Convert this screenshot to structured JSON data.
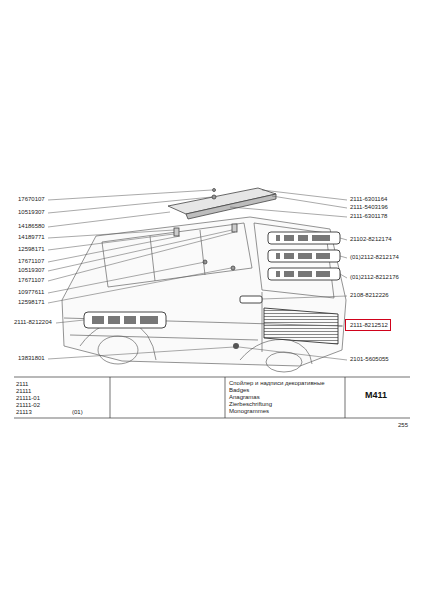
{
  "diagram": {
    "nodes": [
      {
        "text": [
          "2111-8212512"
        ]
      }
    ],
    "edges": [],
    "labels": [
      "17670107",
      "10519307",
      "14186580",
      "14189771",
      "12598171",
      "17671107",
      "10519307",
      "17671107",
      "10977611",
      "12598171",
      "2111-8212204",
      "13831801",
      "2111-6301164",
      "2111-5403196",
      "2111-6301178",
      "21102-8212174",
      "(01)2112-8212174",
      "(01)2112-8212176",
      "2108-8212226",
      "2101-5605055",
      "2111",
      "21111",
      "21111-01",
      "21111-02",
      "21113",
      "(01)",
      "Спойлер и надписи декоративные",
      "Badges",
      "Anagramas",
      "Zierbeschriftung",
      "Monogrammes",
      "M411",
      "255"
    ]
  }
}
